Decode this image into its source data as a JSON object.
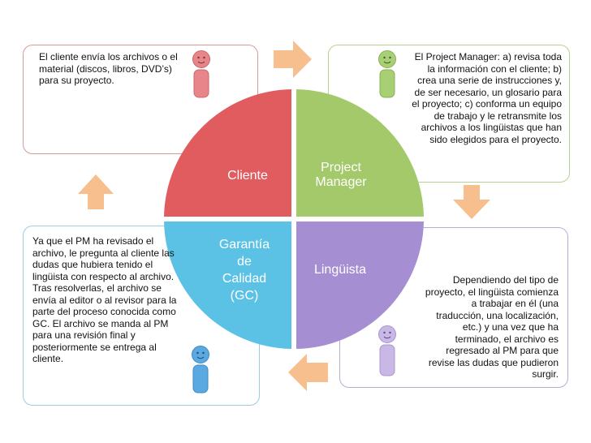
{
  "quadrants": {
    "cliente": {
      "label": "Cliente",
      "color": "#e05c5f"
    },
    "pm": {
      "label_line1": "Project",
      "label_line2": "Manager",
      "color": "#a3c96a"
    },
    "gc": {
      "label_line1": "Garantía",
      "label_line2": "de",
      "label_line3": "Calidad",
      "label_line4": "(GC)",
      "color": "#5cc2e5"
    },
    "linguista": {
      "label": "Lingüista",
      "color": "#a58fd2"
    }
  },
  "boxes": {
    "client_text": "El cliente envía los archivos o el material (discos, libros, DVD’s) para su proyecto.",
    "pm_text": "El Project Manager: a) revisa toda la información con el cliente; b) crea una serie de instrucciones y, de ser necesario, un glosario para el proyecto; c) conforma un equipo de trabajo y le retransmite los archivos a los lingüistas que han sido elegidos para el proyecto.",
    "linguist_text": "Dependiendo del tipo de proyecto, el lingüista comienza a trabajar en él (una traducción, una localización, etc.) y una vez que ha terminado, el archivo es regresado al PM para que revise las dudas que pudieron surgir.",
    "gc_text": "Ya que el PM ha revisado el archivo, le pregunta al cliente las dudas que hubiera tenido el lingüista con respecto al archivo. Tras resolverlas, el archivo se envía al editor o al revisor para la parte del proceso conocida como GC. El archivo se manda al PM para una revisión final y posteriormente se entrega al cliente."
  },
  "colors": {
    "arrow": "#f7be8e",
    "person_client": "#e8858a",
    "person_pm": "#a8cf74",
    "person_linguist": "#c9b8e6",
    "person_gc": "#5aa9e0"
  },
  "icons": [
    "person-icon",
    "arrow-right-icon",
    "arrow-down-icon",
    "arrow-left-icon",
    "arrow-up-icon"
  ]
}
